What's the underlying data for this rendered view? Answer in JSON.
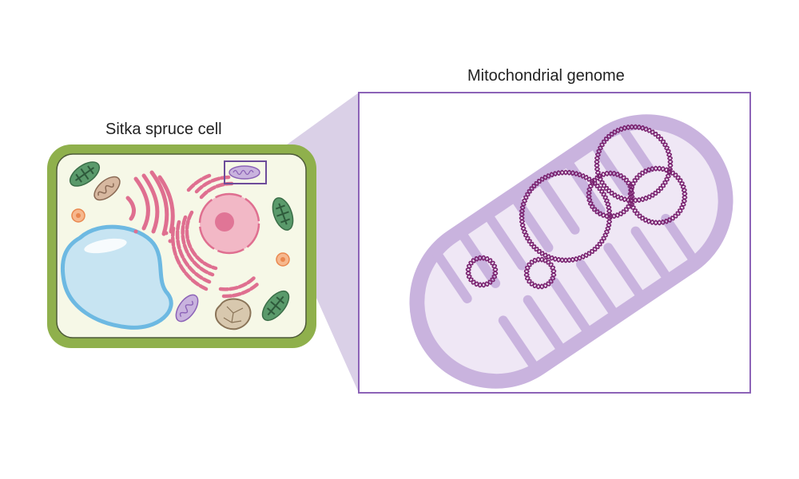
{
  "labels": {
    "cell_title": "Sitka spruce cell",
    "mito_title": "Mitochondrial genome"
  },
  "colors": {
    "cell_wall": "#8fb04c",
    "cytoplasm": "#f6f8e7",
    "vacuole": "#c7e4f2",
    "vacuole_edge": "#6db9e2",
    "nucleus": "#f2b8c6",
    "nucleolus": "#e07596",
    "endomembrane": "#df6f90",
    "chloroplast": "#5a9a6b",
    "mitochondrion": "#c9b3de",
    "mito_inner": "#efe7f5",
    "genome_strand": "#7a2370",
    "frame": "#8c63b7",
    "zoom_wedge": "#d4c8e3"
  },
  "diagram": {
    "organelles": [
      "cell-wall",
      "vacuole",
      "nucleus",
      "endoplasmic-reticulum",
      "golgi",
      "chloroplast",
      "mitochondrion",
      "peroxisome",
      "amyloplast"
    ],
    "zoom": {
      "from": "mitochondrion",
      "to": "mitochondrial-genome"
    },
    "genome_circles": 6
  }
}
